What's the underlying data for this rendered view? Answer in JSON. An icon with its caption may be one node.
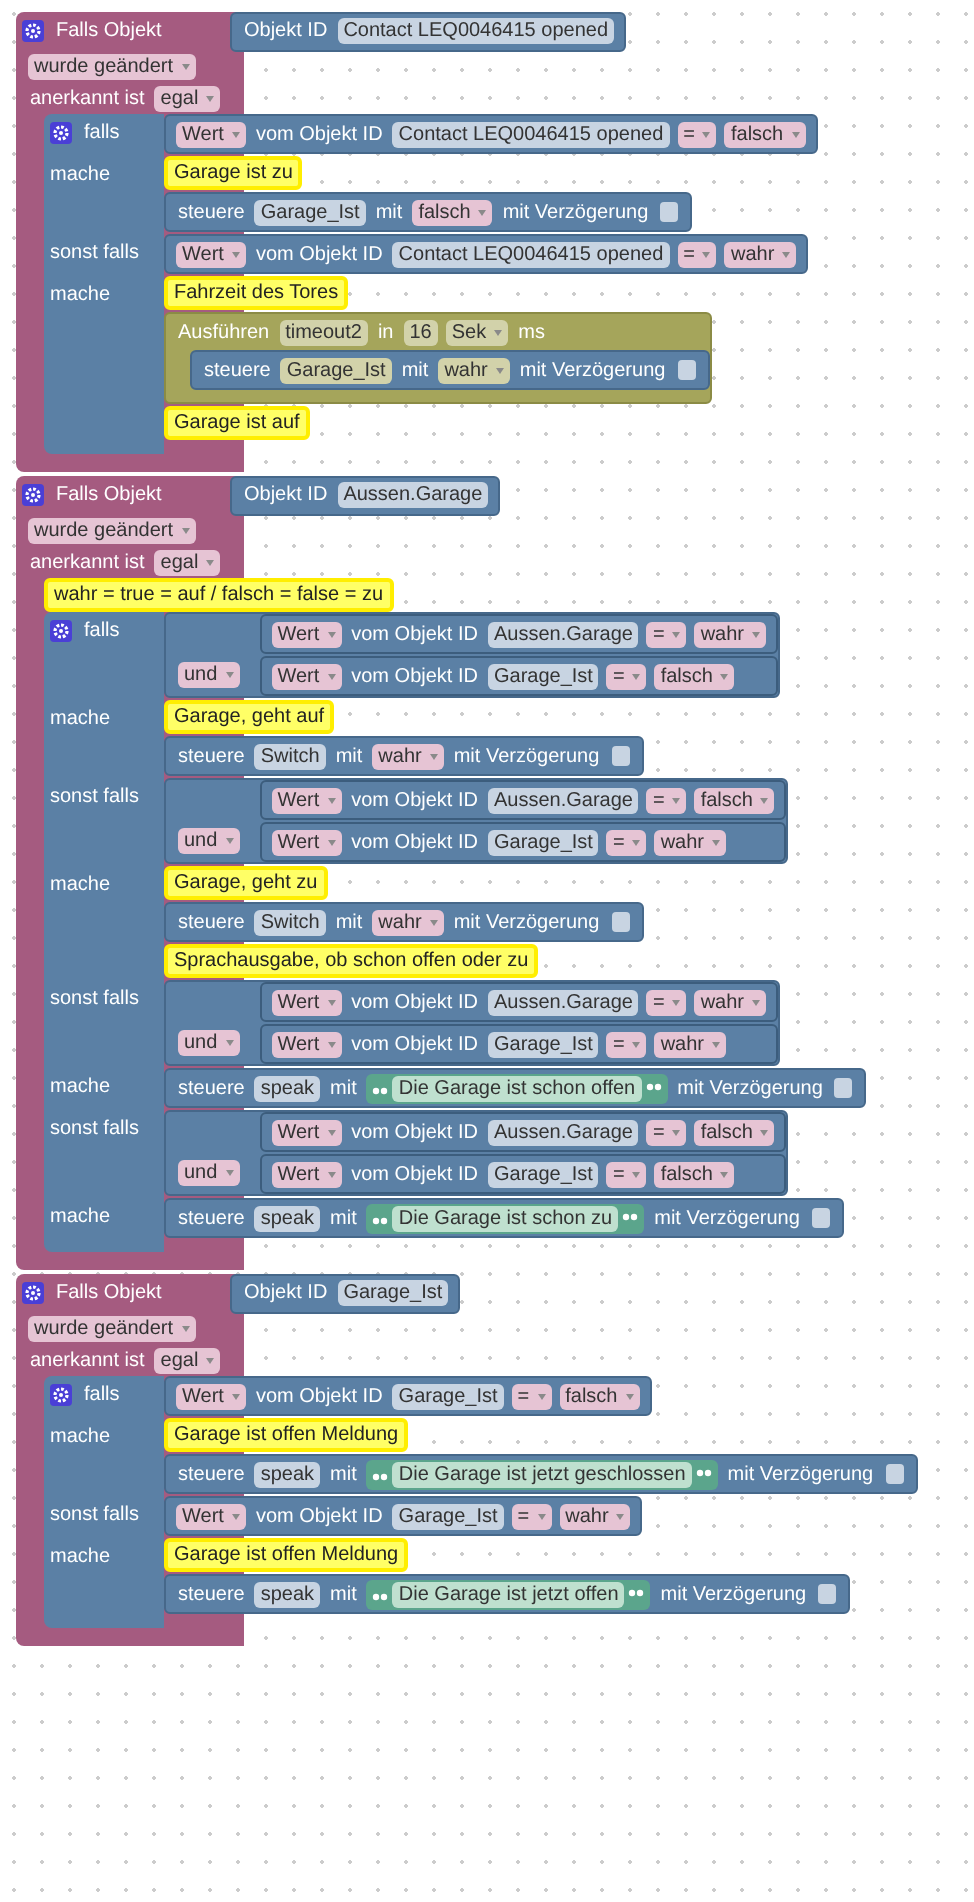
{
  "diagram": {
    "nodes": [
      {
        "text": [
          "Falls Objekt",
          "wurde geändert",
          "anerkannt ist",
          "egal"
        ]
      },
      {
        "text": [
          "Objekt ID",
          "Contact LEQ0046415 opened"
        ],
        "in": 0
      },
      {
        "text": [
          "falls",
          "mache",
          "sonst falls",
          "mache"
        ],
        "in": 0
      },
      {
        "text": [
          "Wert",
          "vom Objekt ID",
          "Contact LEQ0046415 opened",
          "=",
          "falsch"
        ],
        "in": 2
      },
      {
        "text": [
          "Garage ist zu"
        ],
        "in": 2
      },
      {
        "text": [
          "steuere",
          "Garage_Ist",
          "mit",
          "falsch",
          "mit Verzögerung"
        ],
        "in": 2
      },
      {
        "text": [
          "Wert",
          "vom Objekt ID",
          "Contact LEQ0046415 opened",
          "=",
          "wahr"
        ],
        "in": 2
      },
      {
        "text": [
          "Fahrzeit des Tores"
        ],
        "in": 2
      },
      {
        "text": [
          "Ausführen",
          "timeout2",
          "in",
          "16",
          "Sek",
          "ms"
        ],
        "in": 2
      },
      {
        "text": [
          "steuere",
          "Garage_Ist",
          "mit",
          "wahr",
          "mit Verzögerung"
        ],
        "in": 8
      },
      {
        "text": [
          "Garage ist auf"
        ],
        "in": 2
      },
      {
        "text": [
          "Falls Objekt",
          "wurde geändert",
          "anerkannt ist",
          "egal"
        ]
      },
      {
        "text": [
          "Objekt ID",
          "Aussen.Garage"
        ],
        "in": 11
      },
      {
        "text": [
          "wahr = true = auf / falsch = false = zu"
        ],
        "in": 11
      },
      {
        "text": [
          "falls",
          "mache",
          "sonst falls",
          "mache",
          "sonst falls",
          "mache",
          "sonst falls",
          "mache"
        ],
        "in": 11
      },
      {
        "text": [
          "und"
        ],
        "in": 14
      },
      {
        "text": [
          "Wert",
          "vom Objekt ID",
          "Aussen.Garage",
          "=",
          "wahr"
        ],
        "in": 15
      },
      {
        "text": [
          "Wert",
          "vom Objekt ID",
          "Garage_Ist",
          "=",
          "falsch"
        ],
        "in": 15
      },
      {
        "text": [
          "Garage, geht auf"
        ],
        "in": 14
      },
      {
        "text": [
          "steuere",
          "Switch",
          "mit",
          "wahr",
          "mit Verzögerung"
        ],
        "in": 14
      },
      {
        "text": [
          "und"
        ],
        "in": 14
      },
      {
        "text": [
          "Wert",
          "vom Objekt ID",
          "Aussen.Garage",
          "=",
          "falsch"
        ],
        "in": 20
      },
      {
        "text": [
          "Wert",
          "vom Objekt ID",
          "Garage_Ist",
          "=",
          "wahr"
        ],
        "in": 20
      },
      {
        "text": [
          "Garage, geht zu"
        ],
        "in": 14
      },
      {
        "text": [
          "steuere",
          "Switch",
          "mit",
          "wahr",
          "mit Verzögerung"
        ],
        "in": 14
      },
      {
        "text": [
          "Sprachausgabe, ob schon offen oder zu"
        ],
        "in": 14
      },
      {
        "text": [
          "und"
        ],
        "in": 14
      },
      {
        "text": [
          "Wert",
          "vom Objekt ID",
          "Aussen.Garage",
          "=",
          "wahr"
        ],
        "in": 26
      },
      {
        "text": [
          "Wert",
          "vom Objekt ID",
          "Garage_Ist",
          "=",
          "wahr"
        ],
        "in": 26
      },
      {
        "text": [
          "steuere",
          "speak",
          "mit",
          "Die Garage ist schon offen",
          "mit Verzögerung"
        ],
        "in": 14
      },
      {
        "text": [
          "und"
        ],
        "in": 14
      },
      {
        "text": [
          "Wert",
          "vom Objekt ID",
          "Aussen.Garage",
          "=",
          "falsch"
        ],
        "in": 30
      },
      {
        "text": [
          "Wert",
          "vom Objekt ID",
          "Garage_Ist",
          "=",
          "falsch"
        ],
        "in": 30
      },
      {
        "text": [
          "steuere",
          "speak",
          "mit",
          "Die Garage ist schon zu",
          "mit Verzögerung"
        ],
        "in": 14
      },
      {
        "text": [
          "Falls Objekt",
          "wurde geändert",
          "anerkannt ist",
          "egal"
        ]
      },
      {
        "text": [
          "Objekt ID",
          "Garage_Ist"
        ],
        "in": 34
      },
      {
        "text": [
          "falls",
          "mache",
          "sonst falls",
          "mache"
        ],
        "in": 34
      },
      {
        "text": [
          "Wert",
          "vom Objekt ID",
          "Garage_Ist",
          "=",
          "falsch"
        ],
        "in": 36
      },
      {
        "text": [
          "Garage ist offen Meldung"
        ],
        "in": 36
      },
      {
        "text": [
          "steuere",
          "speak",
          "mit",
          "Die Garage ist jetzt geschlossen",
          "mit Verzögerung"
        ],
        "in": 36
      },
      {
        "text": [
          "Wert",
          "vom Objekt ID",
          "Garage_Ist",
          "=",
          "wahr"
        ],
        "in": 36
      },
      {
        "text": [
          "Garage ist offen Meldung"
        ],
        "in": 36
      },
      {
        "text": [
          "steuere",
          "speak",
          "mit",
          "Die Garage ist jetzt offen",
          "mit Verzögerung"
        ],
        "in": 36
      }
    ]
  }
}
